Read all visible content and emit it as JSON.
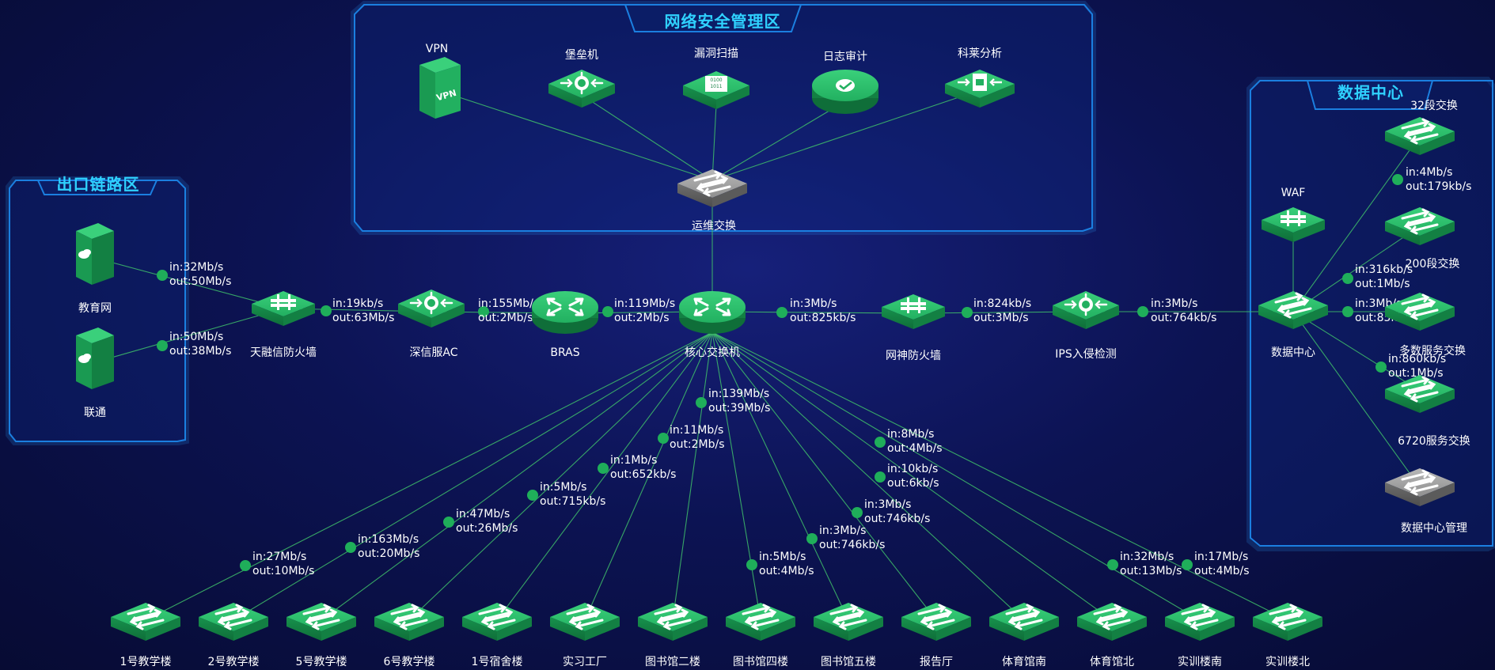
{
  "zones": {
    "security": "网络安全管理区",
    "egress": "出口链路区",
    "datacenter": "数据中心"
  },
  "nodes": {
    "vpn": "VPN",
    "bastion": "堡垒机",
    "vulnscan": "漏洞扫描",
    "logaudit": "日志审计",
    "kelai": "科莱分析",
    "ops_switch": "运维交换",
    "edu_net": "教育网",
    "unicom": "联通",
    "tianrongxin_fw": "天融信防火墙",
    "sangfor_ac": "深信服AC",
    "bras": "BRAS",
    "core_switch": "核心交换机",
    "netgod_fw": "网神防火墙",
    "ips": "IPS入侵检测",
    "dc_core": "数据中心",
    "waf": "WAF",
    "sw32": "32段交换",
    "sw200": "200段交换",
    "sw_multi": "多数服务交换",
    "sw6720": "6720服务交换",
    "dc_mgmt": "数据中心管理",
    "b1": "1号教学楼",
    "b2": "2号教学楼",
    "b5": "5号教学楼",
    "b6": "6号教学楼",
    "dorm1": "1号宿舍楼",
    "factory": "实习工厂",
    "lib2": "图书馆二楼",
    "lib4": "图书馆四楼",
    "lib5": "图书馆五楼",
    "hall": "报告厅",
    "gym_s": "体育馆南",
    "gym_n": "体育馆北",
    "train_s": "实训楼南",
    "train_n": "实训楼北"
  },
  "links": {
    "edu": {
      "in": "in:32Mb/s",
      "out": "out:50Mb/s"
    },
    "unicom": {
      "in": "in:50Mb/s",
      "out": "out:38Mb/s"
    },
    "fw_ac": {
      "in": "in:19kb/s",
      "out": "out:63Mb/s"
    },
    "ac_bras": {
      "in": "in:155Mb/s",
      "out": "out:2Mb/s"
    },
    "bras_core": {
      "in": "in:119Mb/s",
      "out": "out:2Mb/s"
    },
    "core_ng": {
      "in": "in:3Mb/s",
      "out": "out:825kb/s"
    },
    "ng_ips": {
      "in": "in:824kb/s",
      "out": "out:3Mb/s"
    },
    "ips_dc": {
      "in": "in:3Mb/s",
      "out": "out:764kb/s"
    },
    "dc_sw32": {
      "in": "in:4Mb/s",
      "out": "out:179kb/s"
    },
    "dc_sw200": {
      "in": "in:316kb/s",
      "out": "out:1Mb/s"
    },
    "dc_multi": {
      "in": "in:3Mb/s",
      "out": "out:85kb/s"
    },
    "dc_6720": {
      "in": "in:860kb/s",
      "out": "out:1Mb/s"
    },
    "b1": {
      "in": "in:27Mb/s",
      "out": "out:10Mb/s"
    },
    "b2": {
      "in": "in:163Mb/s",
      "out": "out:20Mb/s"
    },
    "b5": {
      "in": "in:47Mb/s",
      "out": "out:26Mb/s"
    },
    "b6": {
      "in": "in:5Mb/s",
      "out": "out:715kb/s"
    },
    "dorm1": {
      "in": "in:1Mb/s",
      "out": "out:652kb/s"
    },
    "factory": {
      "in": "in:11Mb/s",
      "out": "out:2Mb/s"
    },
    "lib2": {
      "in": "in:139Mb/s",
      "out": "out:39Mb/s"
    },
    "lib4": {
      "in": "in:5Mb/s",
      "out": "out:4Mb/s"
    },
    "lib5": {
      "in": "in:3Mb/s",
      "out": "out:746kb/s"
    },
    "hall": {
      "in": "in:3Mb/s",
      "out": "out:746kb/s"
    },
    "gym_s": {
      "in": "in:10kb/s",
      "out": "out:6kb/s"
    },
    "gym_n": {
      "in": "in:8Mb/s",
      "out": "out:4Mb/s"
    },
    "train_s": {
      "in": "in:32Mb/s",
      "out": "out:13Mb/s"
    },
    "train_n": {
      "in": "in:17Mb/s",
      "out": "out:4Mb/s"
    }
  },
  "colors": {
    "device_green": "#1fa85a",
    "device_grey": "#8a8a8a",
    "link_line": "#3fbf6a",
    "zone_border": "#1b7fe0",
    "zone_title": "#2fd1ff"
  }
}
